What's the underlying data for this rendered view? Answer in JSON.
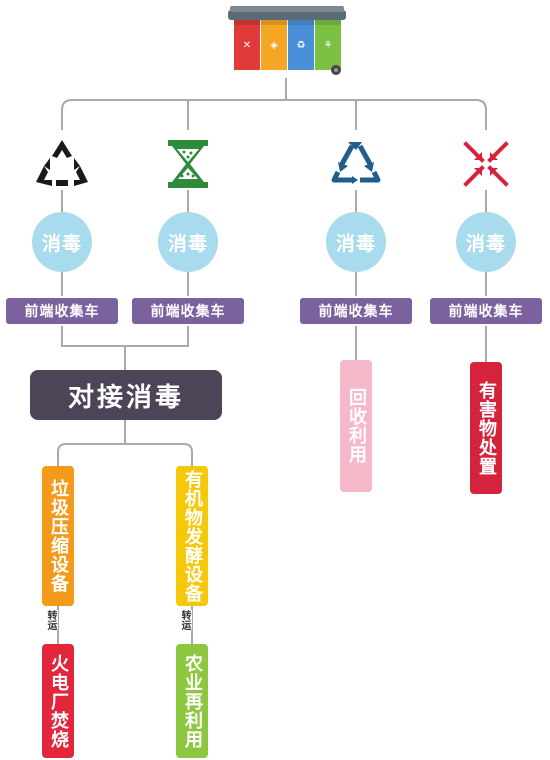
{
  "colors": {
    "line": "#a9a9a9",
    "disinfect": "#a9dbee",
    "truck": "#7b619e",
    "dock": "#4d4458",
    "recycle_box": "#f5b8c9",
    "hazard_box": "#d6233d",
    "compress_box": "#f39a1b",
    "ferment_box": "#f5c90a",
    "incinerate_box": "#e3263b",
    "agri_box": "#8dc63f"
  },
  "bin": {
    "icon": "garbage-bins-icon"
  },
  "branches": [
    {
      "icon": "recycle-black-icon",
      "disinfect": "消毒",
      "truck": "前端收集车"
    },
    {
      "icon": "hourglass-green-icon",
      "disinfect": "消毒",
      "truck": "前端收集车"
    },
    {
      "icon": "recycle-blue-icon",
      "disinfect": "消毒",
      "truck": "前端收集车"
    },
    {
      "icon": "hazard-red-icon",
      "disinfect": "消毒",
      "truck": "前端收集车"
    }
  ],
  "dock_label": "对接消毒",
  "recycle_label": "回收利用",
  "hazard_label": "有害物处置",
  "compress_label": "垃圾压缩设备",
  "ferment_label": "有机物发酵设备",
  "transfer_label_1": "转运",
  "transfer_label_2": "转运",
  "incinerate_label": "火电厂焚烧",
  "agri_label": "农业再利用"
}
